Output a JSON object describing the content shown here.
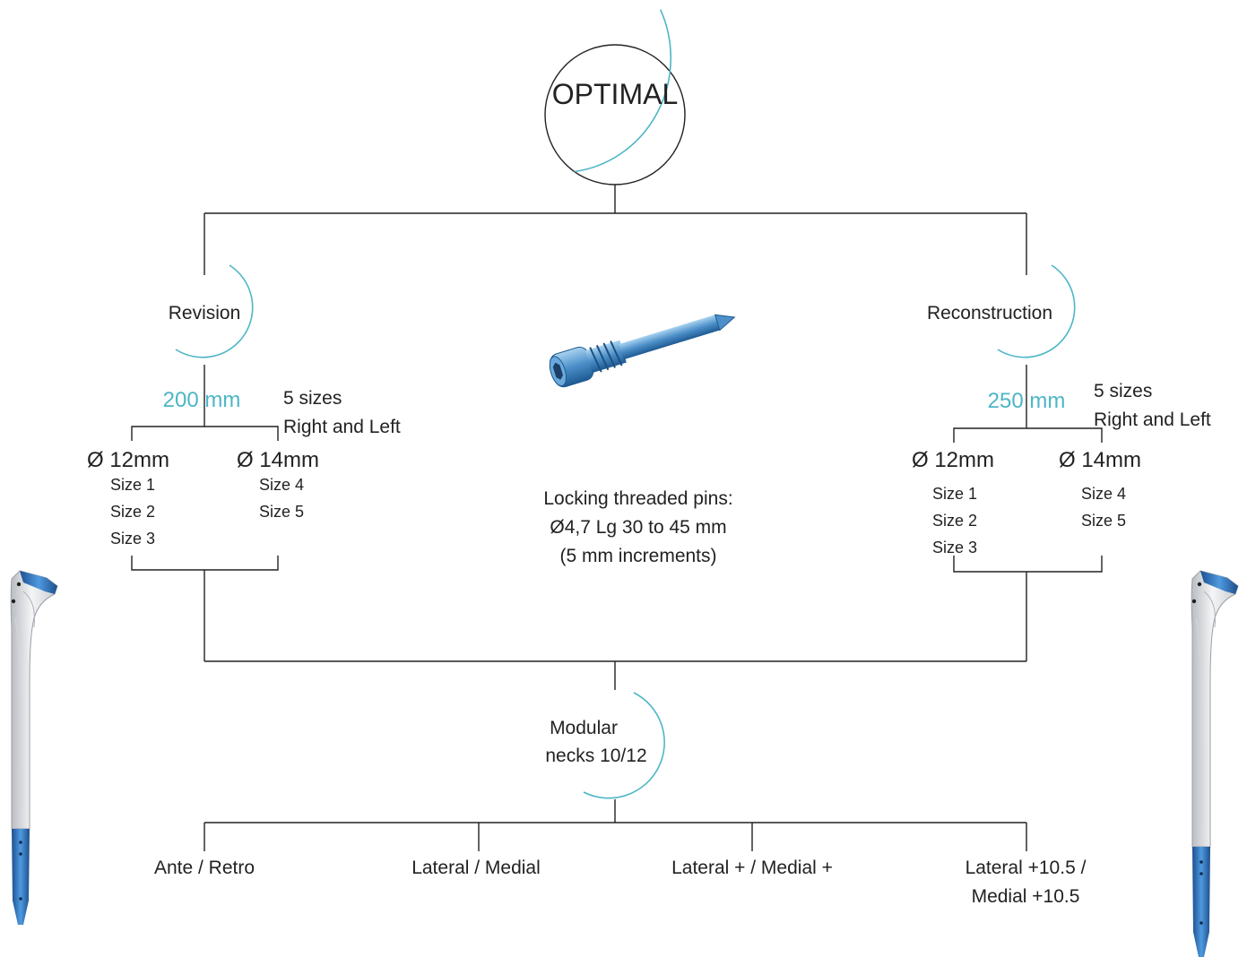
{
  "colors": {
    "accent": "#4db6c6",
    "line": "#222222",
    "implant_blue": "#2f78c4",
    "implant_white": "#e9eaec"
  },
  "title": "OPTIMAL",
  "branches": {
    "revision": {
      "label": "Revision",
      "length": "200 mm",
      "sizes_count": "5 sizes",
      "sides": "Right and Left",
      "dia_a": {
        "label": "Ø 12mm",
        "sizes": [
          "Size 1",
          "Size 2",
          "Size 3"
        ]
      },
      "dia_b": {
        "label": "Ø 14mm",
        "sizes": [
          "Size 4",
          "Size 5"
        ]
      }
    },
    "reconstruction": {
      "label": "Reconstruction",
      "length": "250 mm",
      "sizes_count": "5 sizes",
      "sides": "Right and Left",
      "dia_a": {
        "label": "Ø 12mm",
        "sizes": [
          "Size 1",
          "Size 2",
          "Size 3"
        ]
      },
      "dia_b": {
        "label": "Ø 14mm",
        "sizes": [
          "Size 4",
          "Size 5"
        ]
      }
    }
  },
  "pins": {
    "icon": "locking-pin-icon",
    "lines": [
      "Locking threaded pins:",
      "Ø4,7 Lg 30 to 45 mm",
      "(5 mm increments)"
    ]
  },
  "modular": {
    "lines": [
      "Modular",
      "necks 10/12"
    ]
  },
  "necks": {
    "options": [
      {
        "lines": [
          "Ante / Retro"
        ]
      },
      {
        "lines": [
          "Lateral / Medial"
        ]
      },
      {
        "lines": [
          "Lateral + / Medial +"
        ]
      },
      {
        "lines": [
          "Lateral +10.5 /",
          "Medial +10.5"
        ]
      }
    ]
  },
  "implants": {
    "left_icon": "femoral-stem-icon",
    "right_icon": "femoral-stem-icon"
  }
}
